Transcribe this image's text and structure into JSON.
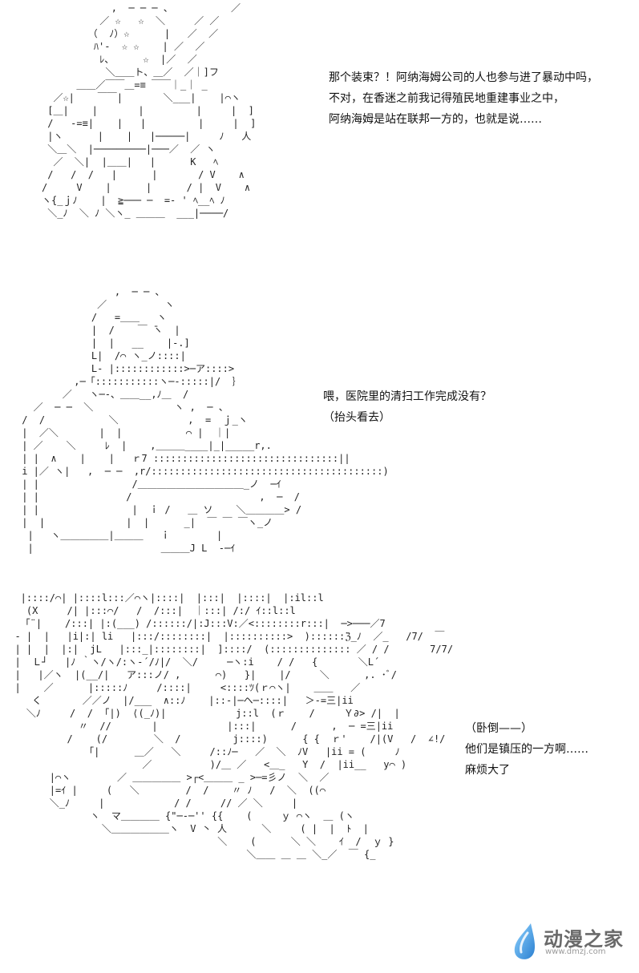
{
  "panels": [
    {
      "lines": [
        "那个装束？！阿纳海姆公司的人也参与进了暴动中吗，",
        "不对，在香迷之前我记得殖民地重建事业之中，",
        "阿纳海姆是站在联邦一方的，也就是说……"
      ]
    },
    {
      "lines": [
        "喂，医院里的清扫工作完成没有？",
        "（抬头看去）"
      ]
    },
    {
      "lines": [
        "（卧倒——）",
        "他们是镇压的一方啊……",
        "麻烦大了"
      ]
    }
  ],
  "watermark": {
    "title": "动漫之家",
    "url": "www.dmzj.com",
    "icon": "water-drop-icon",
    "color": "#4a9ee0"
  }
}
